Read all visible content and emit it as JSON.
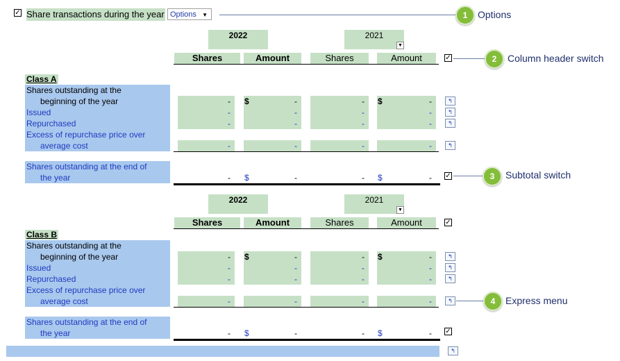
{
  "header": {
    "checkbox_mark": "🗹",
    "title": "Share transactions during the year",
    "options_button": "Options"
  },
  "callouts": [
    {
      "number": "1",
      "text": "Options"
    },
    {
      "number": "2",
      "text": "Column header switch"
    },
    {
      "number": "3",
      "text": "Subtotal switch"
    },
    {
      "number": "4",
      "text": "Express menu"
    }
  ],
  "columns": {
    "current_year": "2022",
    "prior_year": "2021",
    "headers": [
      "Shares",
      "Amount",
      "Shares",
      "Amount"
    ]
  },
  "dash": "-",
  "currency": "$",
  "classes": [
    {
      "name": "Class A",
      "rows": [
        {
          "label_line1": "Shares outstanding at the",
          "label_line2": "beginning of the year"
        },
        {
          "label": "Issued"
        },
        {
          "label": "Repurchased"
        },
        {
          "label_line1": "Excess of repurchase price over",
          "label_line2": "average cost"
        }
      ],
      "total": {
        "label_line1": "Shares outstanding at the end of",
        "label_line2": "the year"
      }
    },
    {
      "name": "Class B",
      "rows": [
        {
          "label_line1": "Shares outstanding at the",
          "label_line2": "beginning of the year"
        },
        {
          "label": "Issued"
        },
        {
          "label": "Repurchased"
        },
        {
          "label_line1": "Excess of repurchase price over",
          "label_line2": "average cost"
        }
      ],
      "total": {
        "label_line1": "Shares outstanding at the end of",
        "label_line2": "the year"
      }
    }
  ],
  "icons": {
    "express_menu": "express-menu-icon",
    "dropdown": "dropdown-arrow-icon",
    "checkbox": "checkbox-checked-icon"
  },
  "colors": {
    "green_fill": "#c6e0c6",
    "blue_fill": "#a9c8ee",
    "badge": "#84bd3a",
    "link_blue": "#1f3ac0"
  }
}
